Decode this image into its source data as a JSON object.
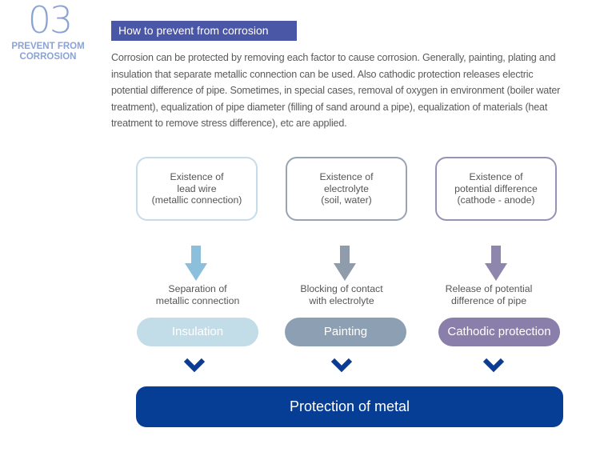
{
  "section": {
    "number": "03",
    "label_line1": "PREVENT FROM",
    "label_line2": "CORROSION"
  },
  "heading": "How to prevent from corrosion",
  "description_lines": [
    "Corrosion can be protected by removing each factor to cause corrosion. Generally, painting, plating and",
    "insulation that separate metallic connection can be used. Also cathodic protection releases electric",
    "potential difference of pipe. Sometimes, in special cases, removal of oxygen in environment (boiler water",
    "treatment), equalization of pipe diameter (filling of sand around a pipe), equalization of materials (heat",
    "treatment to remove stress difference), etc are applied."
  ],
  "columns": [
    {
      "factor": [
        "Existence of",
        "lead wire",
        "(metallic connection)"
      ],
      "action": [
        "Separation of",
        "metallic connection"
      ],
      "method": "Insulation"
    },
    {
      "factor": [
        "Existence of",
        "electrolyte",
        "(soil, water)"
      ],
      "action": [
        "Blocking of contact",
        "with electrolyte"
      ],
      "method": "Painting"
    },
    {
      "factor": [
        "Existence of",
        "potential difference",
        "(cathode - anode)"
      ],
      "action": [
        "Release of potential",
        "difference of pipe"
      ],
      "method": "Cathodic protection"
    }
  ],
  "result": "Protection of metal",
  "colors": {
    "heading_bg": "#4a56a6",
    "section_number": "#8aa3d6",
    "result_bg": "#073e95",
    "chevron": "#0b3b92",
    "col1_accent": "#c2dce8",
    "col2_accent": "#8c9fb3",
    "col3_accent": "#8a7eaa"
  },
  "icons": {
    "arrow": "arrow-down-icon",
    "chevron": "chevron-down-icon"
  }
}
